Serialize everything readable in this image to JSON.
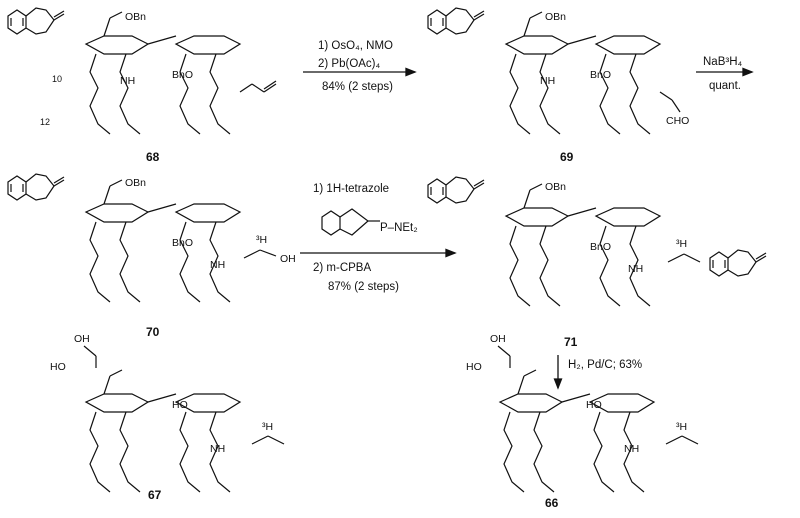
{
  "compounds": {
    "c68": "68",
    "c69": "69",
    "c70": "70",
    "c71": "71",
    "c67": "67",
    "c66": "66"
  },
  "reactions": {
    "r1": {
      "step1": "1) OsO₄, NMO",
      "step2": "2) Pb(OAc)₄",
      "yield": "84% (2 steps)"
    },
    "r2": {
      "reagent": "NaB³H₄",
      "yield": "quant."
    },
    "r3": {
      "step1": "1) 1H-tetrazole",
      "reagent_label": "P–NEt₂",
      "step2": "2) m-CPBA",
      "yield": "87% (2 steps)"
    },
    "r4": {
      "conditions": "H₂, Pd/C; 63%"
    }
  },
  "atom_labels": {
    "obn": "OBn",
    "bno": "BnO",
    "nh": "NH",
    "cho": "CHO",
    "oh": "OH",
    "ho": "HO",
    "tritium": "³H",
    "n10": "10",
    "n12": "12"
  }
}
